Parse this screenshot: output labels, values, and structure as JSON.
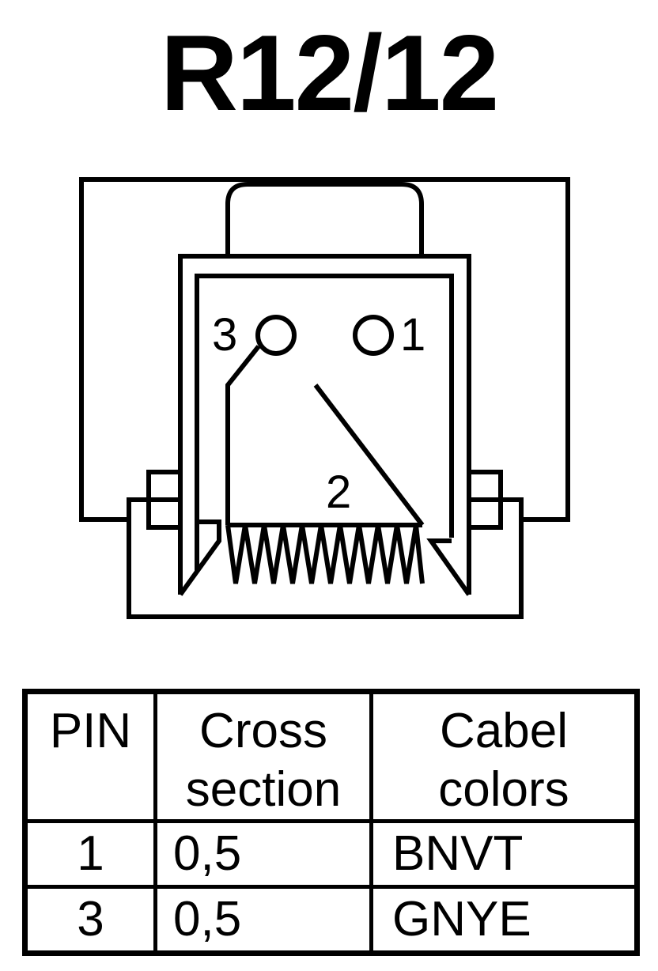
{
  "title": "R12/12",
  "connector": {
    "pin_labels": {
      "pin3": "3",
      "pin1": "1",
      "pin2": "2"
    }
  },
  "table": {
    "headers": {
      "pin": [
        "PIN"
      ],
      "cross_section": [
        "Cross",
        "section"
      ],
      "cabel_colors": [
        "Cabel",
        "colors"
      ]
    },
    "rows": [
      {
        "pin": "1",
        "cross_section": "0,5",
        "color": "BNVT"
      },
      {
        "pin": "3",
        "cross_section": "0,5",
        "color": "GNYE"
      }
    ]
  },
  "colors": {
    "line": "#000000",
    "background": "#ffffff"
  }
}
